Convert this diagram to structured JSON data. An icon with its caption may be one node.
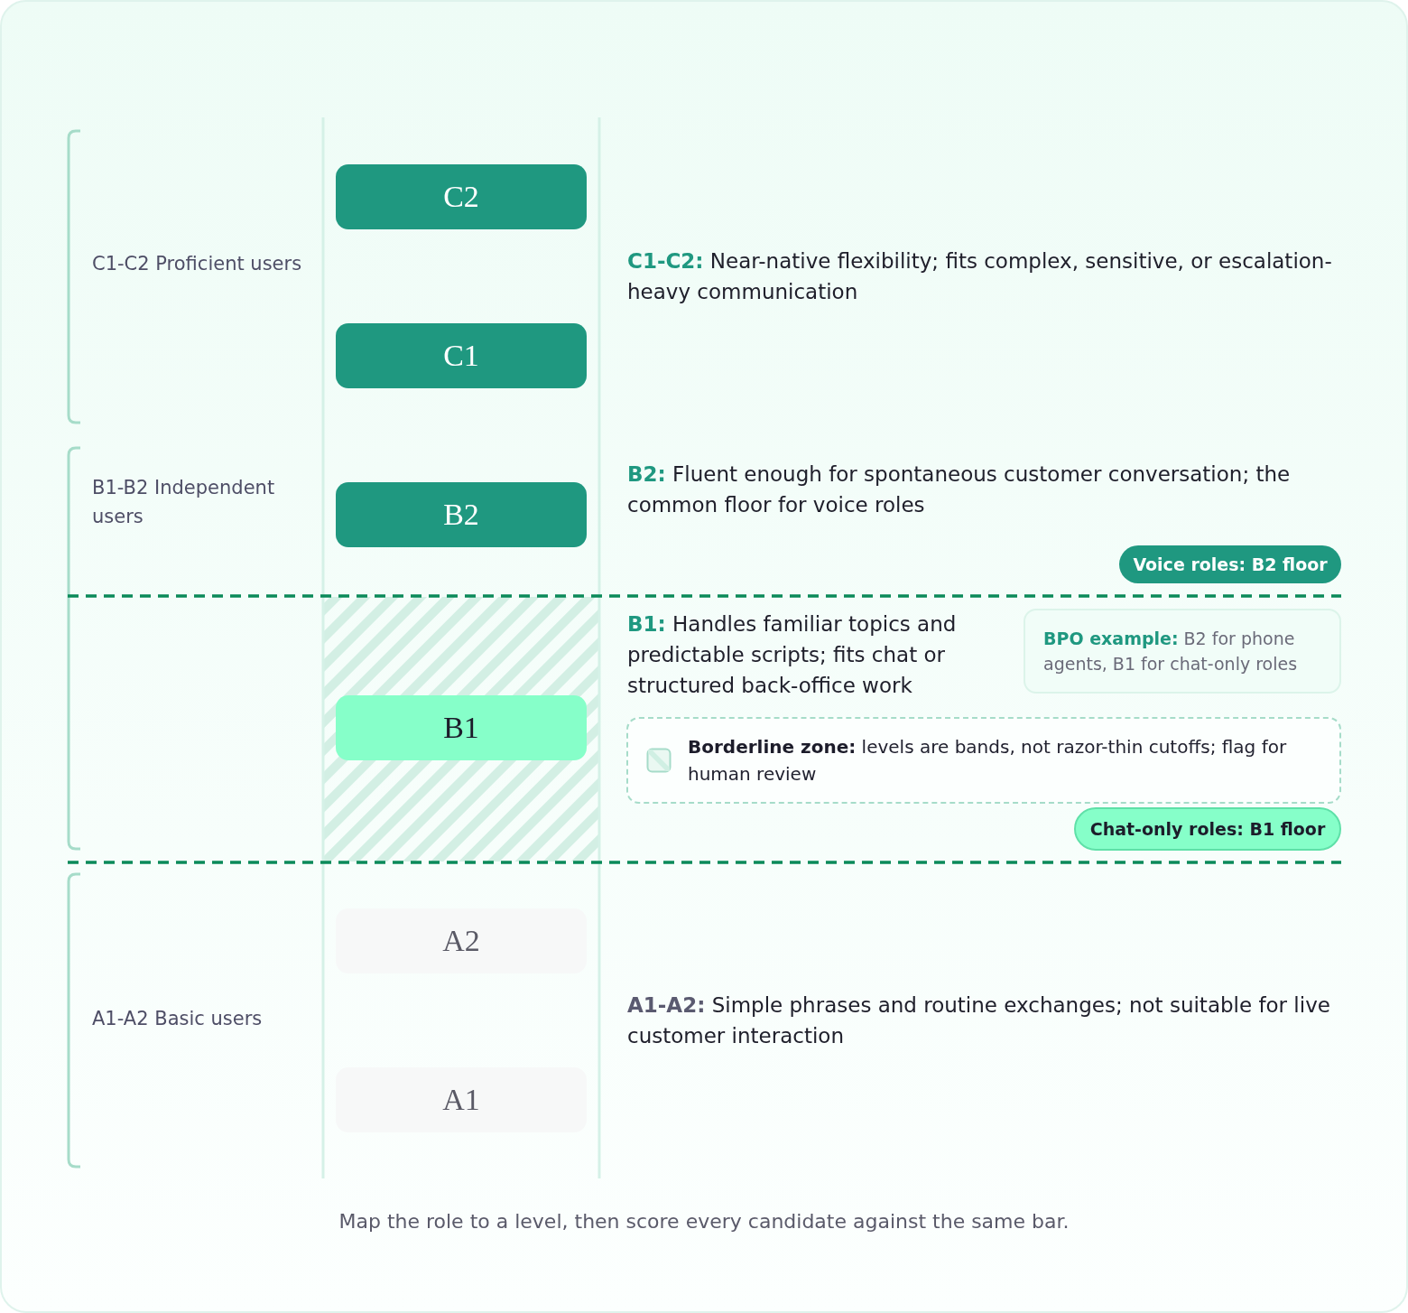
{
  "diagram": {
    "caption": "Map the role to a level, then score every candidate against the same bar.",
    "nodes": [
      {
        "text": [
          "C2"
        ]
      },
      {
        "text": [
          "C1"
        ]
      },
      {
        "text": [
          "B2"
        ]
      },
      {
        "text": [
          "B1"
        ]
      },
      {
        "text": [
          "A2"
        ]
      },
      {
        "text": [
          "A1"
        ]
      },
      {
        "text": [
          "Voice roles: B2 floor"
        ]
      },
      {
        "text": [
          "**BPO example:** B2 for phone agents, B1 for chat-only roles"
        ]
      },
      {
        "text": [
          "**Borderline zone:** levels are bands, not razor-thin cutoffs; flag for human review"
        ]
      },
      {
        "text": [
          "Chat-only roles: B1 floor"
        ]
      }
    ],
    "labels": [
      "C1-C2 Proficient users",
      "**C1-C2:** Near-native flexibility; fits complex, sensitive, or escalation-heavy communication",
      "B1-B2 Independent users",
      "**B2:** Fluent enough for spontaneous customer conversation; the common floor for voice roles",
      "**B1:** Handles familiar topics and predictable scripts; fits chat or structured back-office work",
      "A1-A2 Basic users",
      "**A1-A2:** Simple phrases and routine exchanges; not suitable for live customer interaction"
    ]
  }
}
